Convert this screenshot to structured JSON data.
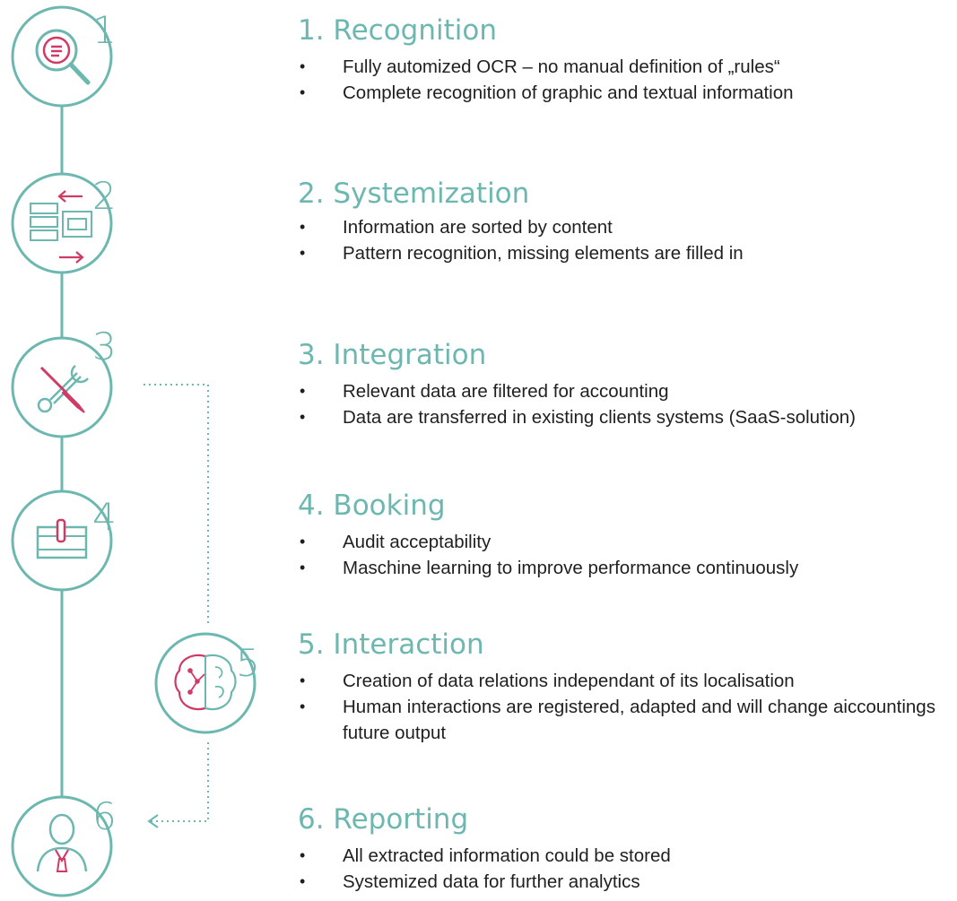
{
  "colors": {
    "teal": "#6cb8b0",
    "accent": "#d03b66",
    "text": "#1f1f1f"
  },
  "steps": [
    {
      "number": "1",
      "title": "1. Recognition",
      "icon": "magnifier-document-icon",
      "bullets": [
        "Fully automized OCR – no manual definition of „rules“",
        "Complete recognition of graphic and textual information"
      ]
    },
    {
      "number": "2",
      "title": "2. Systemization",
      "icon": "sort-arrows-icon",
      "bullets": [
        "Information are sorted by content",
        "Pattern recognition, missing elements are filled in"
      ]
    },
    {
      "number": "3",
      "title": "3. Integration",
      "icon": "wrench-screwdriver-icon",
      "bullets": [
        "Relevant data are filtered for accounting",
        "Data are transferred in existing clients systems (SaaS-solution)"
      ]
    },
    {
      "number": "4",
      "title": "4. Booking",
      "icon": "ledger-book-icon",
      "bullets": [
        "Audit acceptability",
        "Maschine learning to improve performance continuously"
      ]
    },
    {
      "number": "5",
      "title": "5. Interaction",
      "icon": "brain-network-icon",
      "bullets": [
        "Creation of data relations independant of its localisation",
        "Human interactions are registered, adapted and will change aiccountings future output"
      ]
    },
    {
      "number": "6",
      "title": "6. Reporting",
      "icon": "user-tie-icon",
      "bullets": [
        "All extracted information could be stored",
        "Systemized data for further analytics"
      ]
    }
  ]
}
